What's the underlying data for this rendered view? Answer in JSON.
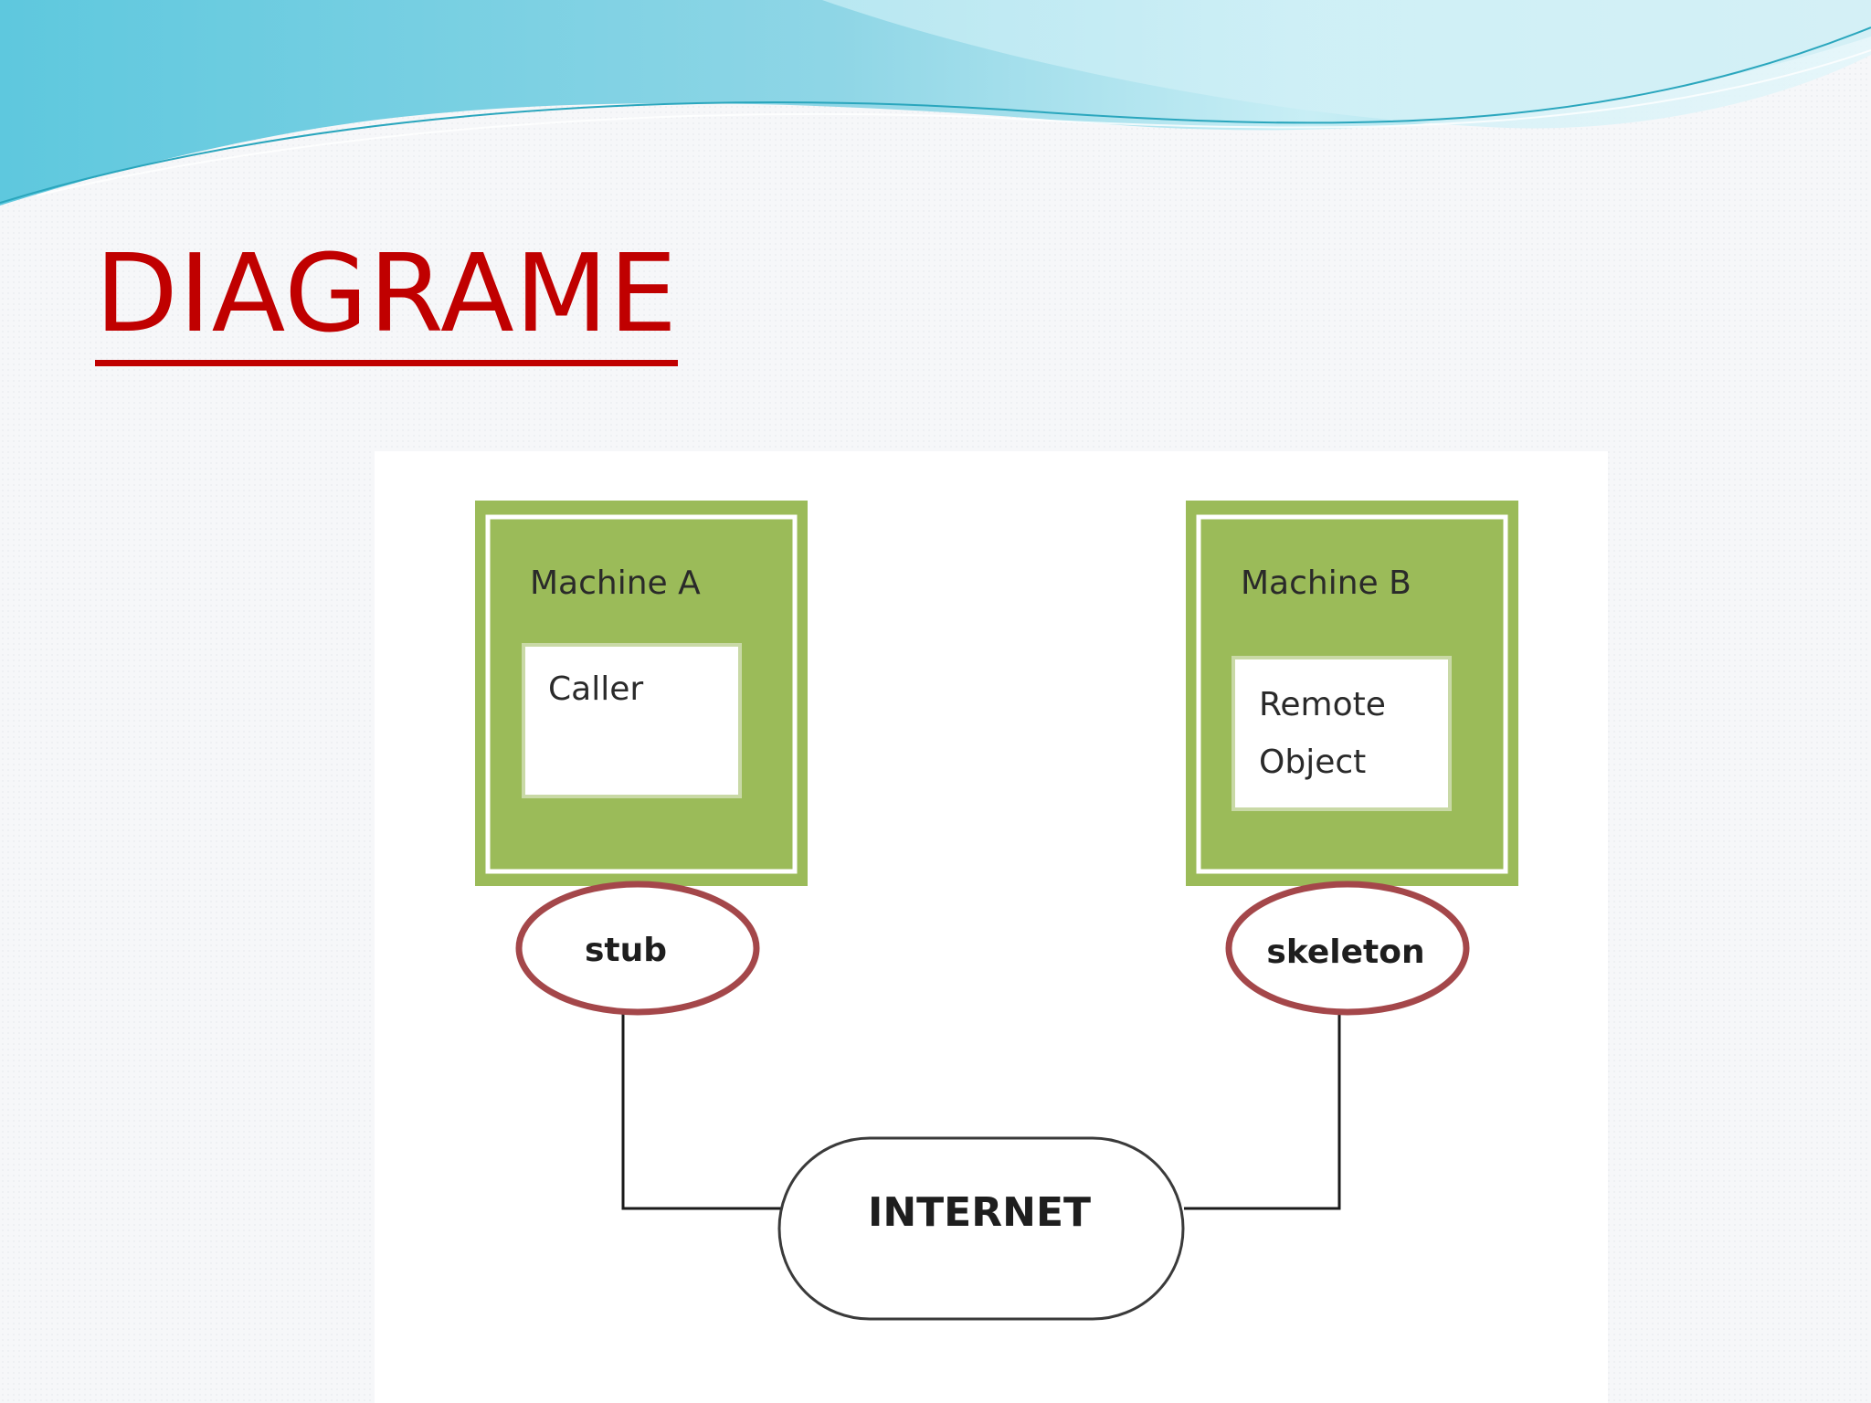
{
  "slide": {
    "title": "DIAGRAME"
  },
  "colors": {
    "title": "#c00000",
    "machine_fill": "#9bbb59",
    "ellipse_stroke": "#a4474a",
    "wave_light": "#bfeaf3",
    "wave_dark": "#5ec8de"
  },
  "diagram": {
    "machine_a": {
      "label": "Machine A",
      "inner_label": "Caller",
      "connector_label": "stub"
    },
    "machine_b": {
      "label": "Machine B",
      "inner_label_line1": "Remote",
      "inner_label_line2": "Object",
      "connector_label": "skeleton"
    },
    "network": {
      "label": "INTERNET"
    }
  }
}
